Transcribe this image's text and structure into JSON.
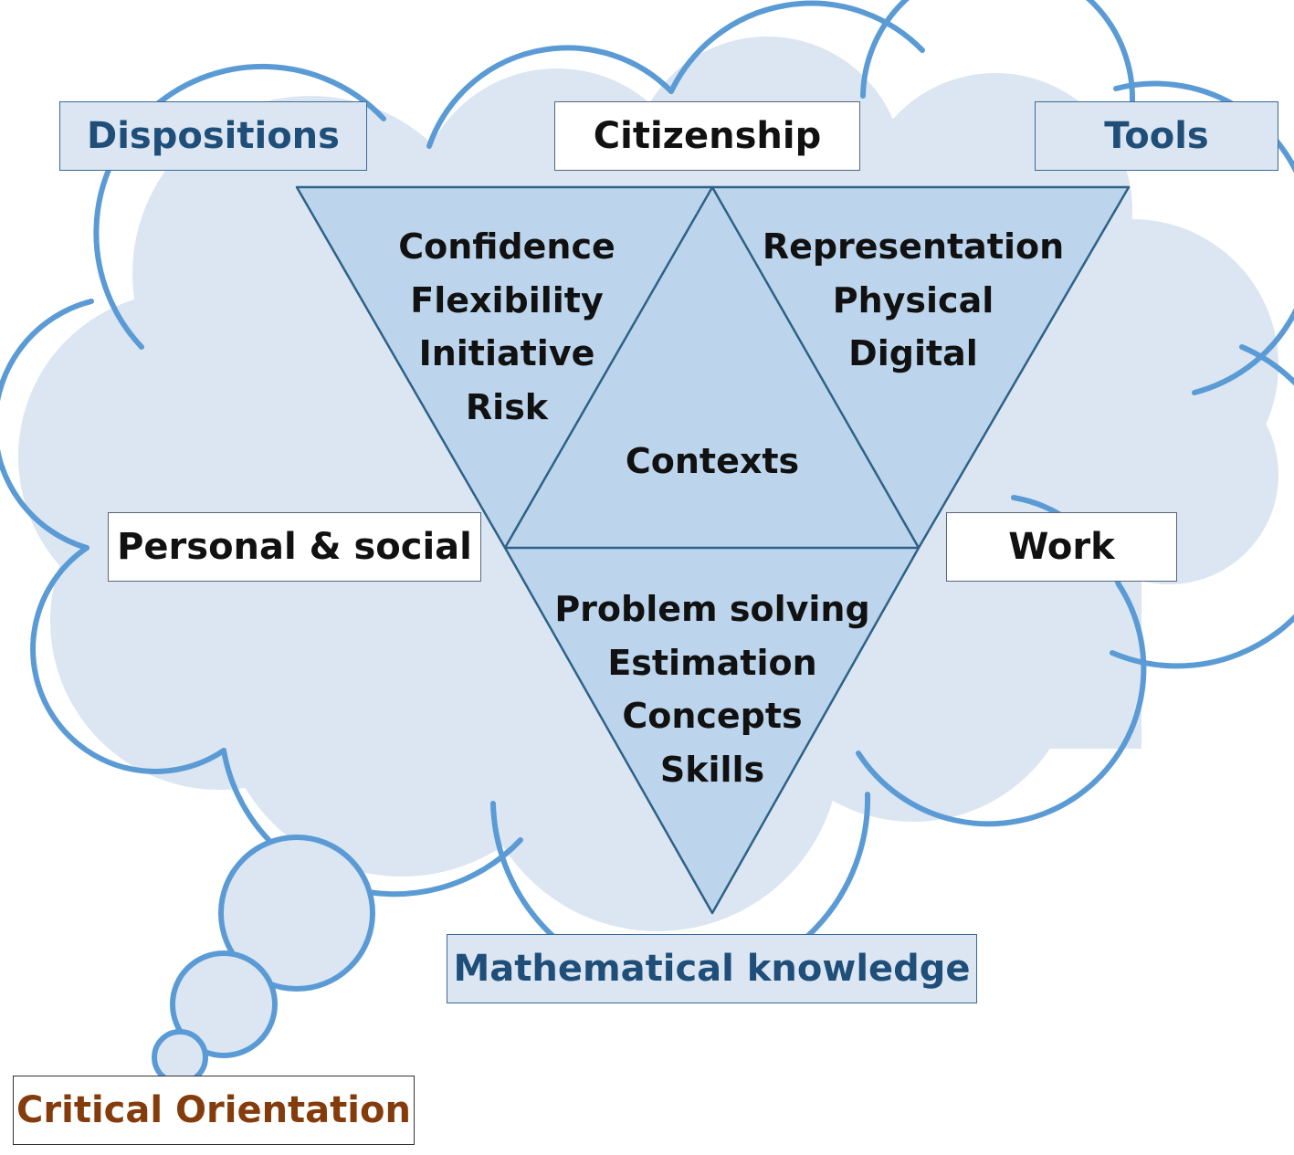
{
  "colors": {
    "cloud_fill": "#dbe6f2",
    "cloud_outline": "#5b9bd5",
    "triangle_fill": "#bcd5ec",
    "triangle_outline": "#2f6187",
    "blue_label_text": "#1f4e79",
    "critical_label_text": "#843c0c"
  },
  "labels": {
    "dispositions": "Dispositions",
    "citizenship": "Citizenship",
    "tools": "Tools",
    "personal_social": "Personal & social",
    "work": "Work",
    "mathematical_knowledge": "Mathematical knowledge",
    "critical_orientation": "Critical Orientation"
  },
  "triangles": {
    "dispositions_items": [
      "Confidence",
      "Flexibility",
      "Initiative",
      "Risk"
    ],
    "tools_items": [
      "Representation",
      "Physical",
      "Digital"
    ],
    "center": "Contexts",
    "knowledge_items": [
      "Problem solving",
      "Estimation",
      "Concepts",
      "Skills"
    ]
  }
}
